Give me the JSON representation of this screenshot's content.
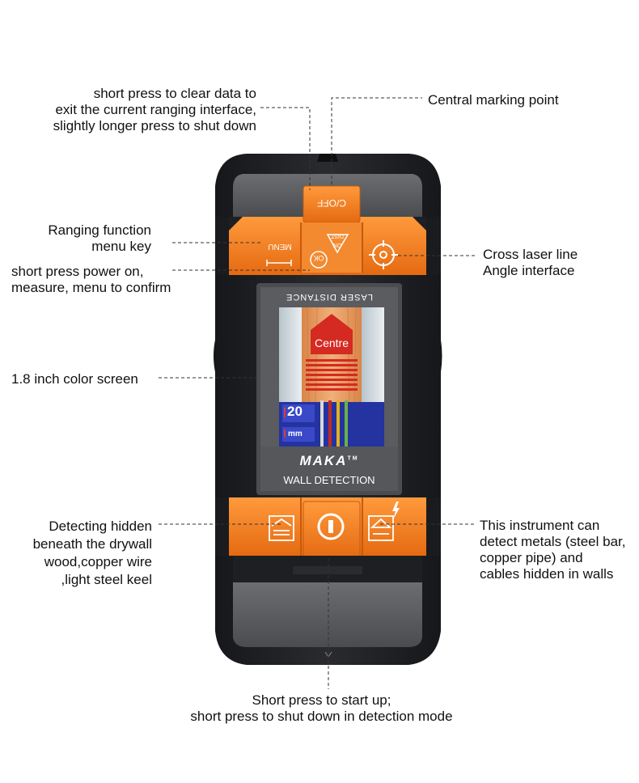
{
  "callouts": {
    "clear_data": "short press to clear data to\nexit the current ranging interface,\nslightly longer press to shut down",
    "central_marking": "Central marking point",
    "ranging_menu": "Ranging function\nmenu key",
    "power_on": "short press power on,\nmeasure, menu to confirm",
    "cross_laser": "Cross laser line\nAngle interface",
    "screen": "1.8 inch color screen",
    "detecting_hidden": "Detecting hidden\nbeneath the drywall\nwood,copper wire\n,light steel keel",
    "detect_metals": "This instrument can\ndetect metals (steel bar,\ncopper pipe) and\ncables hidden in walls",
    "start_up": "Short press to start up;\nshort press to shut down in detection mode"
  },
  "device": {
    "btn_cof": "C/OFF",
    "btn_menu": "MENU",
    "btn_ok": "OK",
    "btn_dist_on": "ON",
    "btn_dist": "DIST",
    "screen_header": "LASER DISTANCE",
    "screen_centre": "Centre",
    "screen_value": "20",
    "screen_unit": "mm",
    "brand": "MAKA",
    "brand_tm": "TM",
    "product": "WALL DETECTION"
  },
  "colors": {
    "body_black": "#1e1f22",
    "panel_gray": "#55575a",
    "accent_orange": "#f47a20",
    "screen_blue": "#2433a0",
    "wood": "#e89a5c",
    "centre_red": "#d42a22"
  }
}
